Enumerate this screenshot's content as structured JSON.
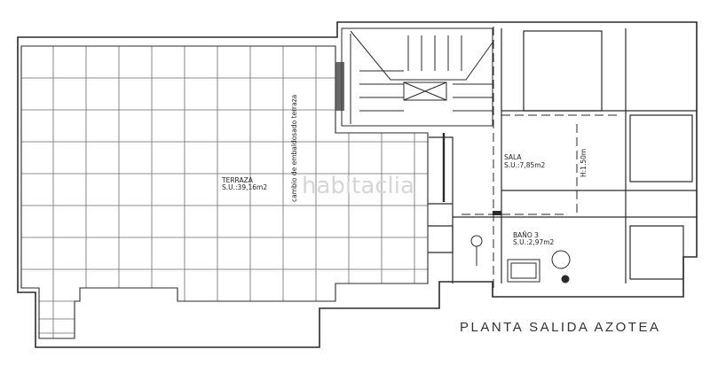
{
  "plan": {
    "title": "PLANTA SALIDA AZOTEA",
    "watermark": "habitaclia",
    "rooms": [
      {
        "name": "TERRAZA",
        "area": "S.U.:39,16m2"
      },
      {
        "name": "SALA",
        "area": "S.U.:7,85m2"
      },
      {
        "name": "BAÑO 3",
        "area": "S.U.:2,97m2"
      }
    ],
    "annotations": {
      "terrace_paving_change": "cambio de embaldosado terraza",
      "ceiling_height": "H:1.50m"
    },
    "colors": {
      "line": "#2a2a2a",
      "grid": "#6a6a6a",
      "watermark": "#d6d6d6"
    }
  }
}
